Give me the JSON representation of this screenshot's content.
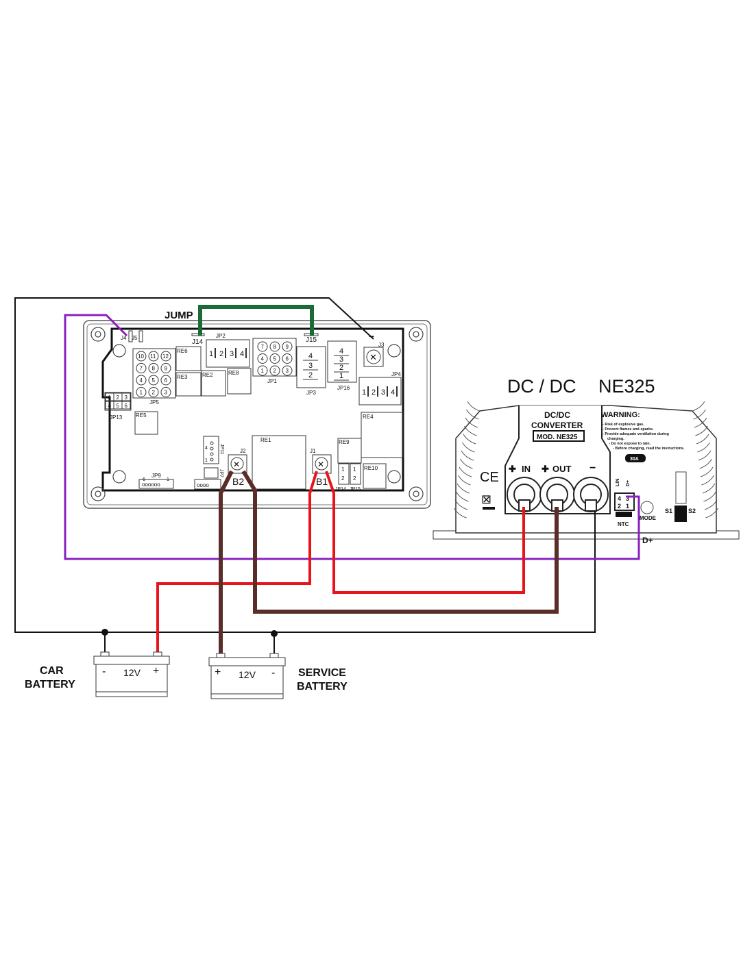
{
  "title": {
    "model_line": "DC / DC",
    "model_name": "NE325"
  },
  "jump_label": "JUMP",
  "board": {
    "labels": {
      "j4": "J4",
      "j5": "J5",
      "j14": "J14",
      "j15": "J15",
      "j3": "J3",
      "jp2": "JP2",
      "jp1": "JP1",
      "jp3": "JP3",
      "jp16": "JP16",
      "jp4": "JP4",
      "jp5": "JP5",
      "jp13": "JP13",
      "re6": "RE6",
      "re3": "RE3",
      "re2": "RE2",
      "re8": "RE8",
      "re5": "RE5",
      "re4": "RE4",
      "re1": "RE1",
      "re9": "RE9",
      "re10": "RE10",
      "jp11": "JP11",
      "jp7": "JP7",
      "jp9": "JP9",
      "j2": "J2",
      "j1": "J1",
      "b2": "B2",
      "b1": "B1",
      "jp14": "JP14",
      "jp15": "JP15",
      "minus": "−"
    },
    "jp5_pins": [
      "10",
      "11",
      "12",
      "7",
      "8",
      "9",
      "4",
      "5",
      "6",
      "1",
      "2",
      "3"
    ],
    "jp1_pins": [
      "7",
      "8",
      "9",
      "4",
      "5",
      "6",
      "1",
      "2",
      "3"
    ],
    "jp13_pins": [
      "1",
      "2",
      "3",
      "4",
      "5",
      "6"
    ],
    "jp2_pins": [
      "1",
      "2",
      "3",
      "4"
    ],
    "jp4_pins": [
      "1",
      "2",
      "3",
      "4"
    ],
    "jp3_pins": [
      "4",
      "3",
      "2"
    ],
    "jp16_pins": [
      "4",
      "3",
      "2",
      "1"
    ],
    "jp11_pins": [
      "4",
      "1"
    ],
    "jp9_pins": [
      "6",
      "1"
    ],
    "jp14_pins": [
      "1",
      "2"
    ],
    "jp15_pins": [
      "1",
      "2"
    ]
  },
  "converter": {
    "panel_title_1": "DC/DC",
    "panel_title_2": "CONVERTER",
    "model_box": "MOD. NE325",
    "warning_title": "WARNING:",
    "warnings": [
      "- Risk of explosive gas.",
      "- Prevent flames and sparks.",
      "- Provide adequate ventilation during",
      "charging.",
      "- Do not expose to rain.",
      "- Before charging, read the instructions."
    ],
    "fuse": "30A",
    "ce_mark": "CE",
    "terminal_in": "IN",
    "terminal_out": "OUT",
    "terminal_minus": "−",
    "connector_labels": {
      "lin": "LIN",
      "dplus": "D+",
      "ntc": "NTC",
      "mode": "MODE",
      "s1": "S1",
      "s2": "S2"
    },
    "connector_pins": [
      "4",
      "3",
      "2",
      "1"
    ]
  },
  "d_plus_label": "D+",
  "car_battery": {
    "label_1": "CAR",
    "label_2": "BATTERY",
    "voltage": "12V",
    "minus": "-",
    "plus": "+"
  },
  "service_battery": {
    "label_1": "SERVICE",
    "label_2": "BATTERY",
    "voltage": "12V",
    "minus": "-",
    "plus": "+"
  },
  "colors": {
    "red": "#e8141b",
    "brown": "#5a2e28",
    "purple": "#8a1fc0",
    "green": "#1a6b35",
    "black": "#111111"
  }
}
